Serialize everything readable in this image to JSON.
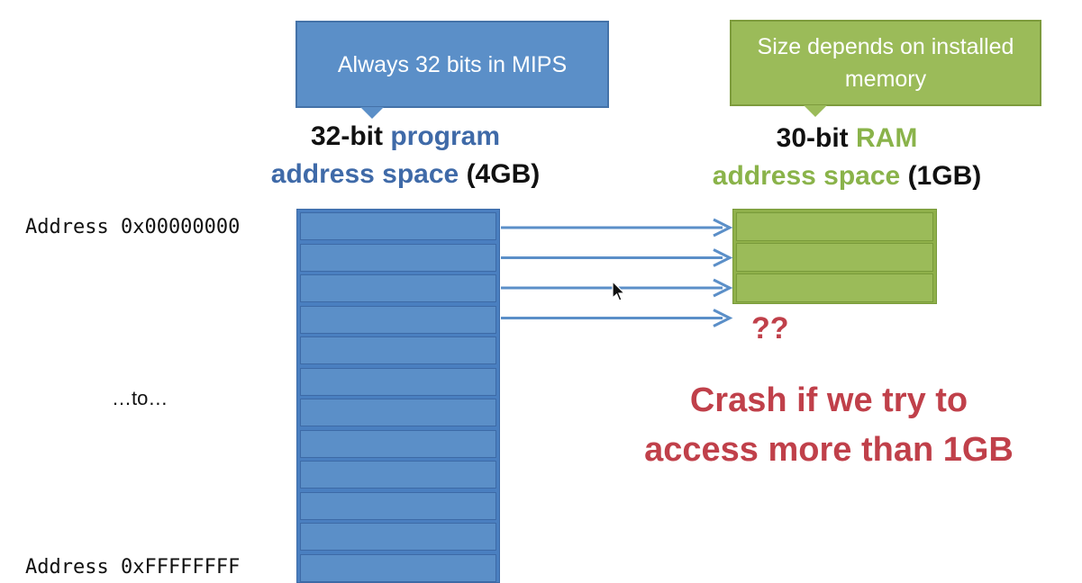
{
  "callouts": {
    "program": "Always 32 bits in MIPS",
    "ram": "Size depends on installed memory"
  },
  "program_heading": {
    "line1_a": "32-bit ",
    "line1_b": "program",
    "line2_a": "address space",
    "line2_b": " (4GB)"
  },
  "ram_heading": {
    "line1_a": "30-bit ",
    "line1_b": "RAM",
    "line2_a": "address space",
    "line2_b": " (1GB)"
  },
  "labels": {
    "address_start": "Address 0x00000000",
    "to": "…to…",
    "address_end": "Address 0xFFFFFFFF"
  },
  "question_marks": "??",
  "crash": {
    "line1": "Crash if we try to",
    "line2": "access more than 1GB"
  },
  "colors": {
    "program_blue": "#5b8fc8",
    "ram_green": "#9bbb59",
    "arrow": "#5b8fc8",
    "warning_red": "#c0404a"
  },
  "diagram": {
    "program_cells": 12,
    "ram_cells": 3,
    "mapped_arrows": 3,
    "unmapped_arrows": 1
  }
}
